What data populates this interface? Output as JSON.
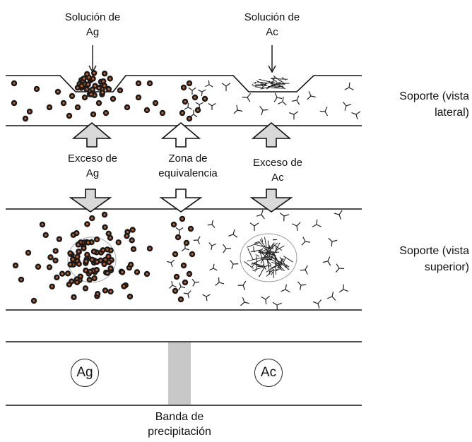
{
  "labels": {
    "solution_ag": [
      "Solución de",
      "Ag"
    ],
    "solution_ac": [
      "Solución de",
      "Ac"
    ],
    "side_view": [
      "Soporte (vista",
      "lateral)"
    ],
    "top_view": [
      "Soporte (vista",
      "superior)"
    ],
    "excess_ag": [
      "Exceso de",
      "Ag"
    ],
    "equivalence": [
      "Zona de",
      "equivalencia"
    ],
    "excess_ac": [
      "Exceso de",
      "Ac"
    ],
    "band": [
      "Banda de",
      "precipitación"
    ],
    "ag_circle": "Ag",
    "ac_circle": "Ac"
  },
  "colors": {
    "line": "#111111",
    "arrow_fill": "#d9d9d9",
    "band": "#c8c8c8",
    "antigen_dot": "#c4622d"
  }
}
